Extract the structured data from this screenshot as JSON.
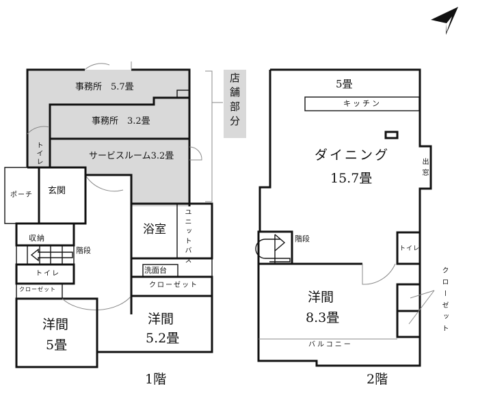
{
  "compass": {
    "icon": "north-arrow-icon"
  },
  "shop_bracket_label": "店舗部分",
  "floor1": {
    "caption": "1階",
    "rooms": {
      "office1": "事務所　5.7畳",
      "office2": "事務所　3.2畳",
      "service_room": "サービスルーム3.2畳",
      "toilet_small": "トイレ",
      "porch": "ポーチ",
      "entrance": "玄関",
      "storage": "収納",
      "stairs": "階段",
      "toilet": "トイレ",
      "closet_small": "クローゼット",
      "bath": "浴室",
      "unit_bath": "ユニットバス",
      "washstand": "洗面台",
      "closet": "クローゼット",
      "western1_name": "洋間",
      "western1_size": "5畳",
      "western2_name": "洋間",
      "western2_size": "5.2畳"
    }
  },
  "floor2": {
    "caption": "2階",
    "rooms": {
      "kitchen_size": "5畳",
      "kitchen": "キッチン",
      "dining_name": "ダイニング",
      "dining_size": "15.7畳",
      "bay_window": "出窓",
      "stairs": "階段",
      "toilet": "トイレ",
      "western_name": "洋間",
      "western_size": "8.3畳",
      "balcony": "バルコニー",
      "closet": "クローゼット"
    }
  }
}
